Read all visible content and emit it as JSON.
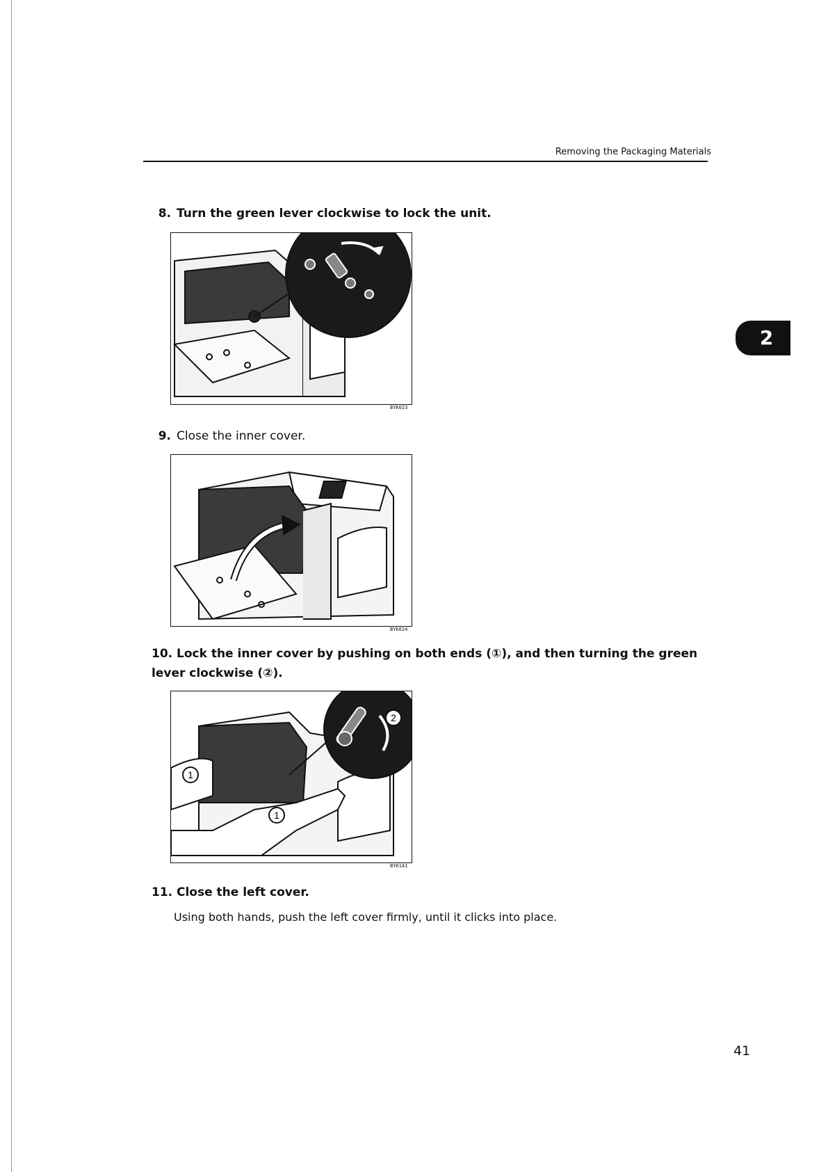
{
  "header": {
    "section_title": "Removing the Packaging Materials"
  },
  "chapter_tab": {
    "label": "2"
  },
  "steps": [
    {
      "number": "8.",
      "text": "Turn the green lever clockwise to lock the unit.",
      "figure_code": "BYK023"
    },
    {
      "number": "9.",
      "text": "Close the inner cover.",
      "figure_code": "BYK024"
    },
    {
      "number": "10.",
      "text": "Lock the inner cover by pushing on both ends (①), and then turning the green lever clockwise (②).",
      "figure_code": "BYK141"
    },
    {
      "number": "11.",
      "text": "Close the left cover.",
      "detail": "Using both hands, push the left cover firmly, until it clicks into place."
    }
  ],
  "figure_callouts": {
    "callout_1": "1",
    "callout_2": "2"
  },
  "page_number": "41"
}
